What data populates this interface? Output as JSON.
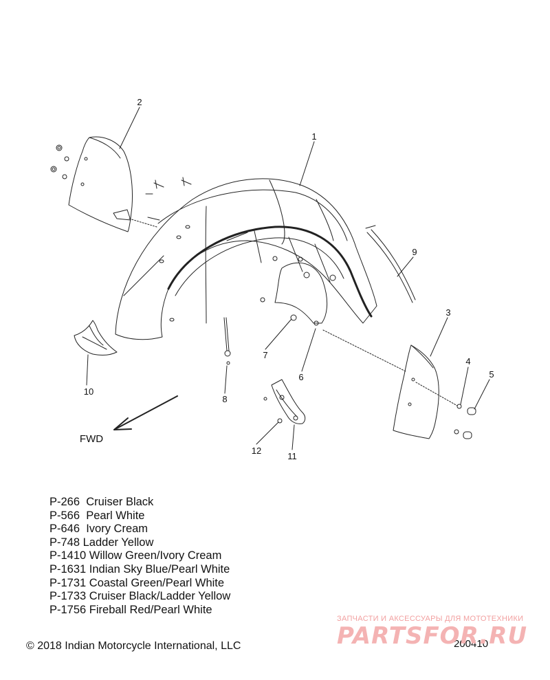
{
  "diagram": {
    "callouts": [
      "1",
      "2",
      "3",
      "4",
      "5",
      "6",
      "7",
      "8",
      "9",
      "10",
      "11",
      "12"
    ],
    "direction_label": "FWD"
  },
  "paint_codes": [
    "P-266  Cruiser Black",
    "P-566  Pearl White",
    "P-646  Ivory Cream",
    "P-748 Ladder Yellow",
    "P-1410 Willow Green/Ivory Cream",
    "P-1631 Indian Sky Blue/Pearl White",
    "P-1731 Coastal Green/Pearl White",
    "P-1733 Cruiser Black/Ladder Yellow",
    "P-1756 Fireball Red/Pearl White"
  ],
  "footer": {
    "copyright": "© 2018 Indian Motorcycle International, LLC",
    "figure_number": "200410"
  },
  "watermark": {
    "tagline": "ЗАПЧАСТИ И АКСЕССУАРЫ ДЛЯ МОТОТЕХНИКИ",
    "logo": "PARTSFOR.RU"
  }
}
